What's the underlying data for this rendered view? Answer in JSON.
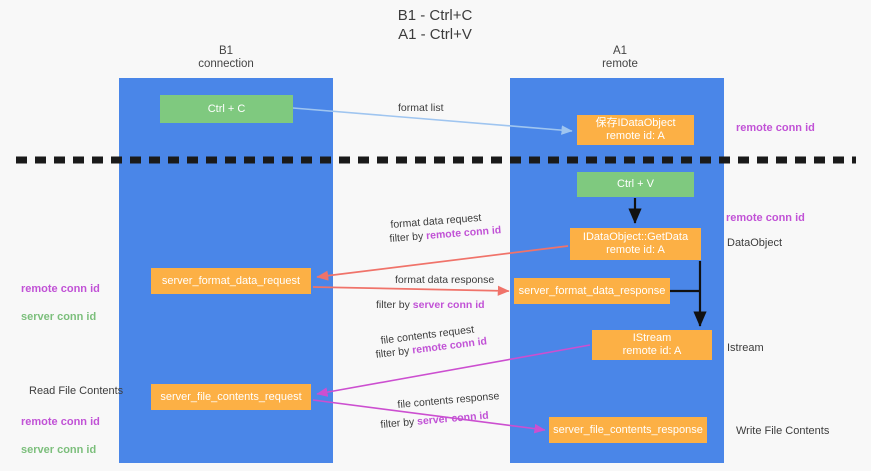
{
  "title": "B1 - Ctrl+C\nA1 - Ctrl+V",
  "columns": [
    {
      "name": "b1",
      "label": "B1\nconnection"
    },
    {
      "name": "a1",
      "label": "A1\nremote"
    }
  ],
  "nodes": {
    "ctrl_c": {
      "line1": "Ctrl + C",
      "line2": "",
      "color": "#7fc97f"
    },
    "idataobject": {
      "line1": "保存IDataObject",
      "line2": "remote id: A",
      "color": "#fcb045"
    },
    "ctrl_v": {
      "line1": "Ctrl + V",
      "line2": "",
      "color": "#7fc97f"
    },
    "getdata": {
      "line1": "IDataObject::GetData",
      "line2": "remote id: A",
      "color": "#fcb045"
    },
    "server_format_data_request": {
      "line1": "server_format_data_request",
      "line2": "",
      "color": "#fcb045"
    },
    "server_format_data_response": {
      "line1": "server_format_data_response",
      "line2": "",
      "color": "#fcb045"
    },
    "istream": {
      "line1": "IStream",
      "line2": "remote id: A",
      "color": "#fcb045"
    },
    "server_file_contents_request": {
      "line1": "server_file_contents_request",
      "line2": "",
      "color": "#fcb045"
    },
    "server_file_contents_response": {
      "line1": "server_file_contents_response",
      "line2": "",
      "color": "#fcb045"
    }
  },
  "edge_labels": {
    "format_list": "format list",
    "format_data_request": "format data request",
    "format_data_request_filter_prefix": "filter by ",
    "format_data_request_filter_key": "remote conn id",
    "format_data_response": "format data response",
    "format_data_response_filter_prefix": "filter by ",
    "format_data_response_filter_key": "server conn id",
    "file_contents_request": "file contents request",
    "file_contents_request_filter_prefix": "filter by ",
    "file_contents_request_filter_key": "remote conn id",
    "file_contents_response": "file contents response",
    "file_contents_response_filter_prefix": "filter by ",
    "file_contents_response_filter_key": "server conn id"
  },
  "side_labels": {
    "remote_conn_id_top": "remote conn id",
    "remote_conn_id_mid": "remote conn id",
    "dataobject": "DataObject",
    "istream": "Istream",
    "write_file_contents": "Write File Contents",
    "read_file_contents": "Read File Contents",
    "left_remote_conn_id": "remote conn id",
    "left_server_conn_id": "server conn id",
    "left_remote_conn_id_2": "remote conn id",
    "left_server_conn_id_2": "server conn id"
  },
  "colors": {
    "column": "#4a86e8",
    "node_green": "#7fc97f",
    "node_orange": "#fcb045",
    "accent_purple": "#c152d6",
    "accent_green": "#7cbf7c",
    "arrow_blue": "#9fc5f0",
    "arrow_black": "#000000",
    "arrow_red": "#f0736a",
    "arrow_magenta": "#cc4fd0",
    "background": "#f8f8f8",
    "divider": "#1a1a1a"
  }
}
